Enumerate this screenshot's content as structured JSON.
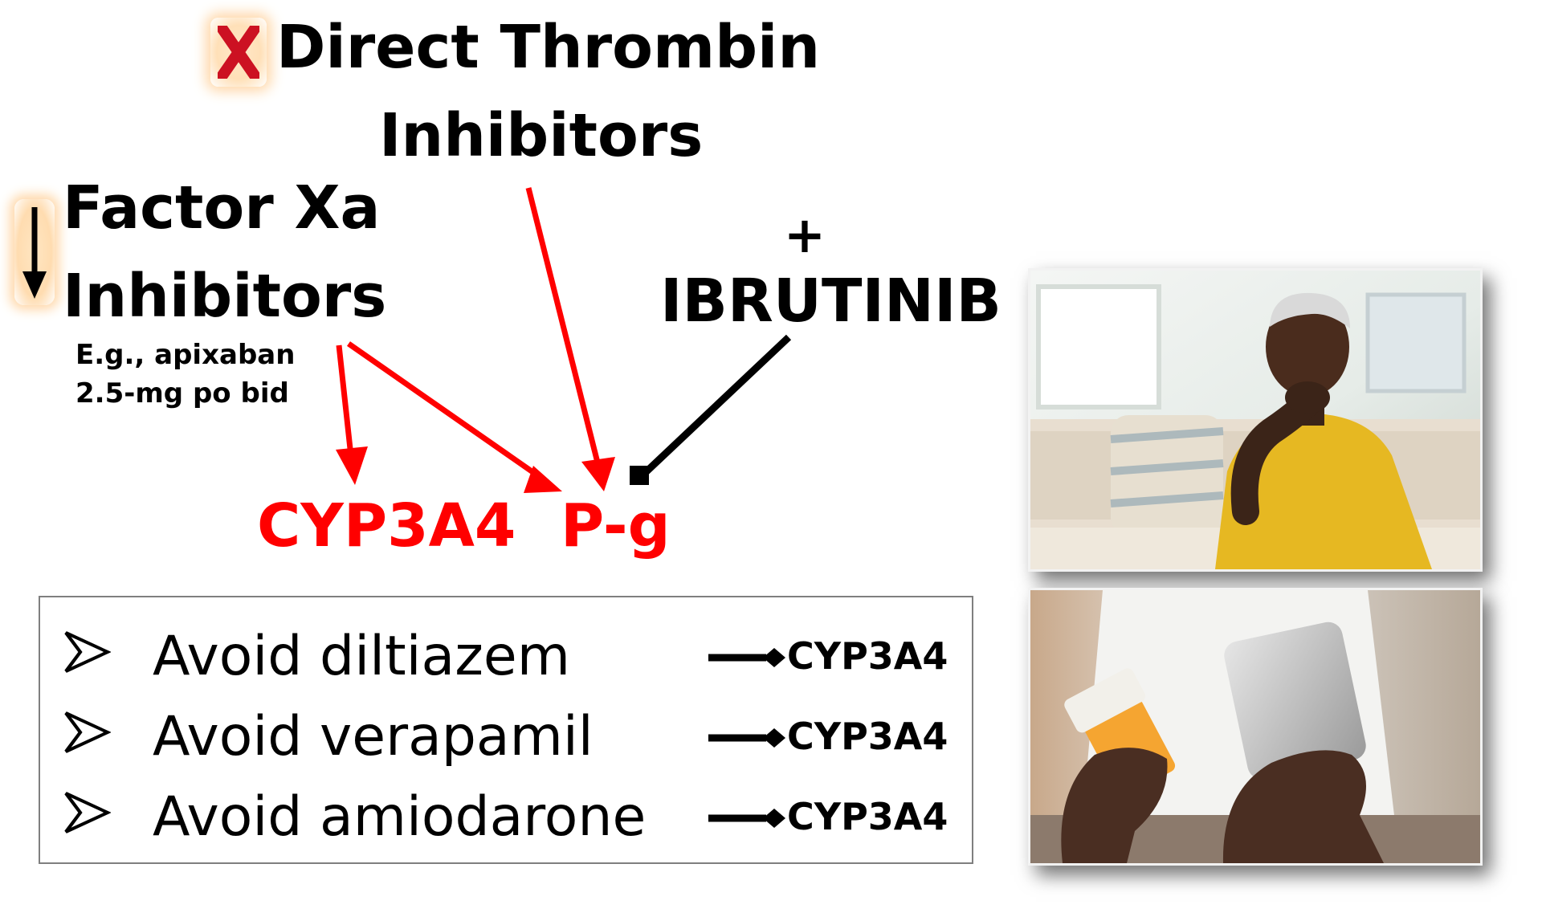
{
  "diagram": {
    "direct_thrombin": {
      "line1": "Direct Thrombin",
      "line2": "Inhibitors",
      "status_icon": "x-mark-icon"
    },
    "factor_xa": {
      "line1": "Factor Xa",
      "line2": "Inhibitors",
      "status_icon": "down-arrow-icon",
      "example_line1": "E.g., apixaban",
      "example_line2": "2.5-mg po bid"
    },
    "ibrutinib": {
      "plus": "+",
      "label": "IBRUTINIB"
    },
    "targets": {
      "cyp": "CYP3A4",
      "pg": "P-g"
    }
  },
  "avoid_list": {
    "items": [
      {
        "text": "Avoid diltiazem",
        "target": "CYP3A4"
      },
      {
        "text": "Avoid verapamil",
        "target": "CYP3A4"
      },
      {
        "text": "Avoid amiodarone",
        "target": "CYP3A4"
      }
    ]
  },
  "colors": {
    "activation": "#ff0000",
    "inhibition": "#000000",
    "highlight_glow": "#ffd8aa",
    "x_mark": "#cc1122"
  }
}
